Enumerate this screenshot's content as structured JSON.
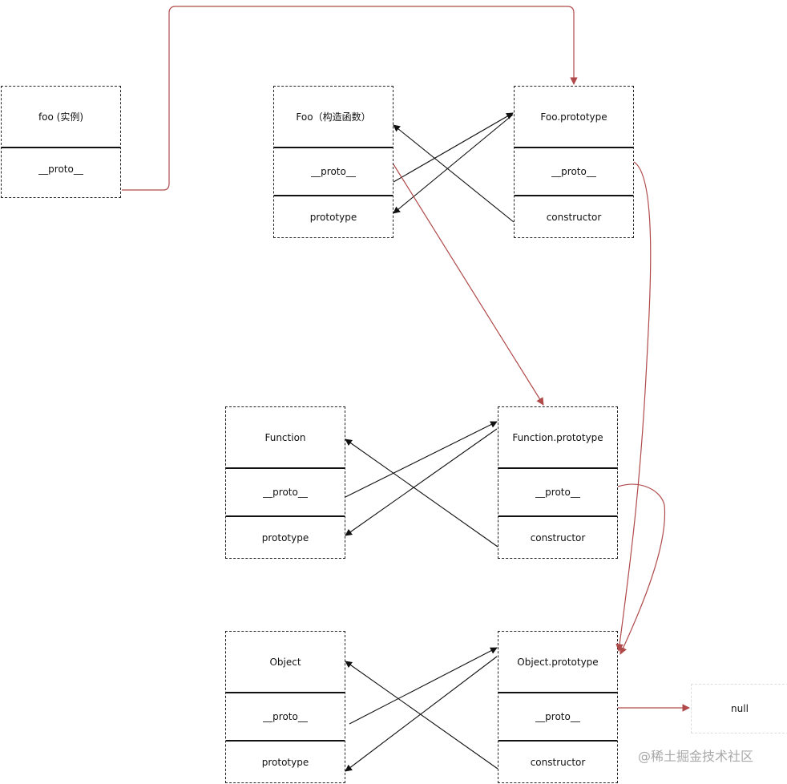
{
  "nodes": {
    "foo_instance": {
      "title": "foo (实例)",
      "proto": "__proto__"
    },
    "foo_ctor": {
      "title": "Foo（构造函数）",
      "proto": "__proto__",
      "prototype": "prototype"
    },
    "foo_prototype": {
      "title": "Foo.prototype",
      "proto": "__proto__",
      "constructor": "constructor"
    },
    "function_ctor": {
      "title": "Function",
      "proto": "__proto__",
      "prototype": "prototype"
    },
    "function_prototype": {
      "title": "Function.prototype",
      "proto": "__proto__",
      "constructor": "constructor"
    },
    "object_ctor": {
      "title": "Object",
      "proto": "__proto__",
      "prototype": "prototype"
    },
    "object_prototype": {
      "title": "Object.prototype",
      "proto": "__proto__",
      "constructor": "constructor"
    },
    "null_node": {
      "title": "null"
    }
  },
  "colors": {
    "proto_chain": "#b04a4a",
    "link": "#111111"
  },
  "watermark": "@稀土掘金技术社区"
}
